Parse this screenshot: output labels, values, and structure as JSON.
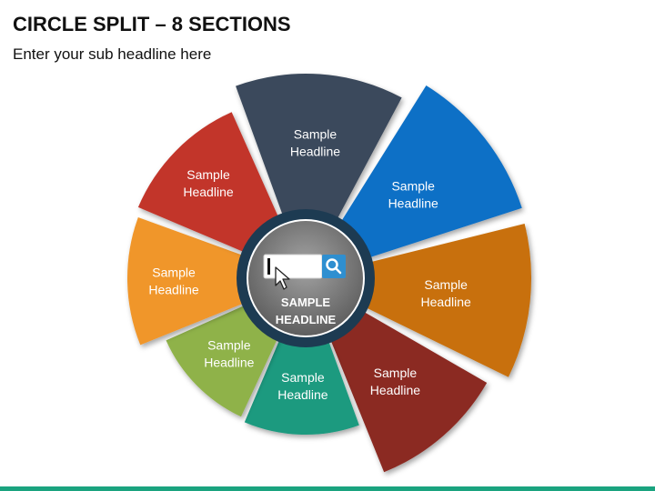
{
  "header": {
    "title": "CIRCLE SPLIT – 8 SECTIONS",
    "subtitle": "Enter your sub headline here"
  },
  "center": {
    "label_line1": "SAMPLE",
    "label_line2": "HEADLINE",
    "icons": [
      "text-cursor-icon",
      "search-icon",
      "mouse-pointer-icon"
    ]
  },
  "segments": [
    {
      "label1": "Sample",
      "label2": "Headline",
      "color": "#3b4a5c"
    },
    {
      "label1": "Sample",
      "label2": "Headline",
      "color": "#0f6fc6"
    },
    {
      "label1": "Sample",
      "label2": "Headline",
      "color": "#c8700a"
    },
    {
      "label1": "Sample",
      "label2": "Headline",
      "color": "#8b2a22"
    },
    {
      "label1": "Sample",
      "label2": "Headline",
      "color": "#1f9a7f"
    },
    {
      "label1": "Sample",
      "label2": "Headline",
      "color": "#8fb24a"
    },
    {
      "label1": "Sample",
      "label2": "Headline",
      "color": "#f0962a"
    },
    {
      "label1": "Sample",
      "label2": "Headline",
      "color": "#c2352b"
    }
  ],
  "accent_color": "#1aa37f"
}
